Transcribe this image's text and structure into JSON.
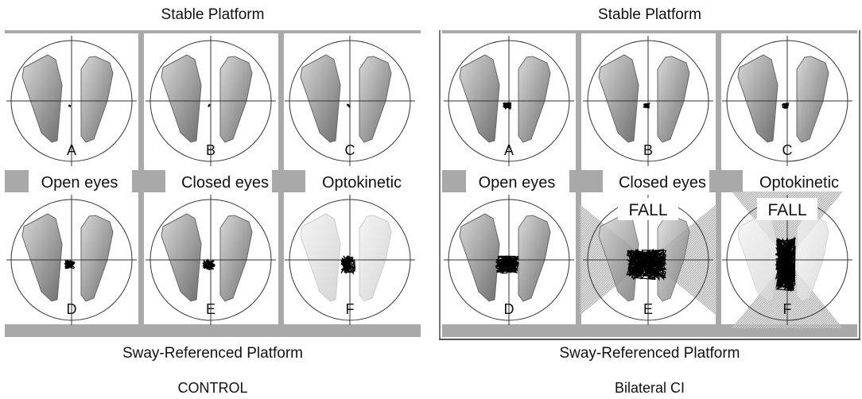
{
  "panels": [
    {
      "group": "CONTROL",
      "top_label": "Stable Platform",
      "bottom_label": "Sway-Referenced Platform",
      "conditions": [
        "Open eyes",
        "Closed eyes",
        "Optokinetic"
      ],
      "plots": [
        {
          "letter": "A",
          "fall": false
        },
        {
          "letter": "B",
          "fall": false
        },
        {
          "letter": "C",
          "fall": false
        },
        {
          "letter": "D",
          "fall": false
        },
        {
          "letter": "E",
          "fall": false
        },
        {
          "letter": "F",
          "fall": false
        }
      ]
    },
    {
      "group": "Bilateral CI",
      "top_label": "Stable Platform",
      "bottom_label": "Sway-Referenced Platform",
      "conditions": [
        "Open eyes",
        "Closed eyes",
        "Optokinetic"
      ],
      "plots": [
        {
          "letter": "A",
          "fall": false
        },
        {
          "letter": "B",
          "fall": false
        },
        {
          "letter": "C",
          "fall": false
        },
        {
          "letter": "D",
          "fall": false
        },
        {
          "letter": "E",
          "fall": true
        },
        {
          "letter": "F",
          "fall": true
        }
      ]
    }
  ],
  "fall_label": "FALL",
  "colors": {
    "bar": "#a9a9a9",
    "foot": "#8a8a8a",
    "hatch": "#c4c4c4"
  }
}
